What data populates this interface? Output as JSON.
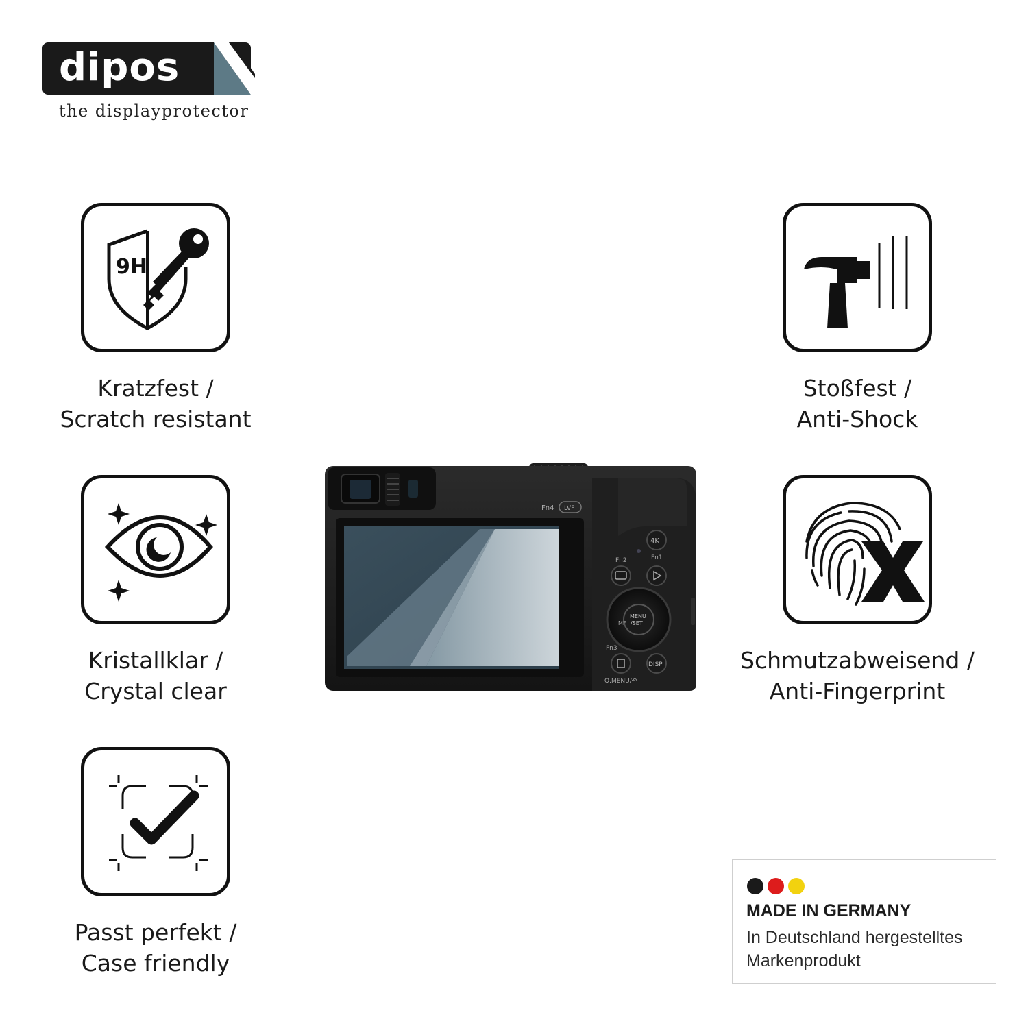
{
  "brand": {
    "name": "dipos",
    "tagline": "the displayprotector"
  },
  "features": {
    "scratch": {
      "icon": "shield-9h-key-icon",
      "badge": "9H",
      "line1": "Kratzfest /",
      "line2": "Scratch resistant"
    },
    "clear": {
      "icon": "eye-sparkle-icon",
      "line1": "Kristallklar /",
      "line2": "Crystal clear"
    },
    "case": {
      "icon": "checkmark-frame-icon",
      "line1": "Passt perfekt /",
      "line2": "Case friendly"
    },
    "shock": {
      "icon": "hammer-icon",
      "line1": "Stoßfest /",
      "line2": "Anti-Shock"
    },
    "finger": {
      "icon": "fingerprint-x-icon",
      "line1": "Schmutzabweisend /",
      "line2": "Anti-Fingerprint"
    }
  },
  "camera": {
    "labels": {
      "fn4": "Fn4",
      "lvf": "LVF",
      "fn2": "Fn2",
      "fn1": "Fn1",
      "fn3": "Fn3",
      "four_k": "4K",
      "menu": "MENU",
      "set": "/SET",
      "mf": "MF",
      "disp": "DISP",
      "qmenu": "Q.MENU/↶"
    }
  },
  "made_in_germany": {
    "title": "MADE IN GERMANY",
    "line1": "In Deutschland hergestelltes",
    "line2": "Markenprodukt",
    "colors": [
      "#1a1a1a",
      "#dd1c1c",
      "#f2d20f"
    ]
  }
}
